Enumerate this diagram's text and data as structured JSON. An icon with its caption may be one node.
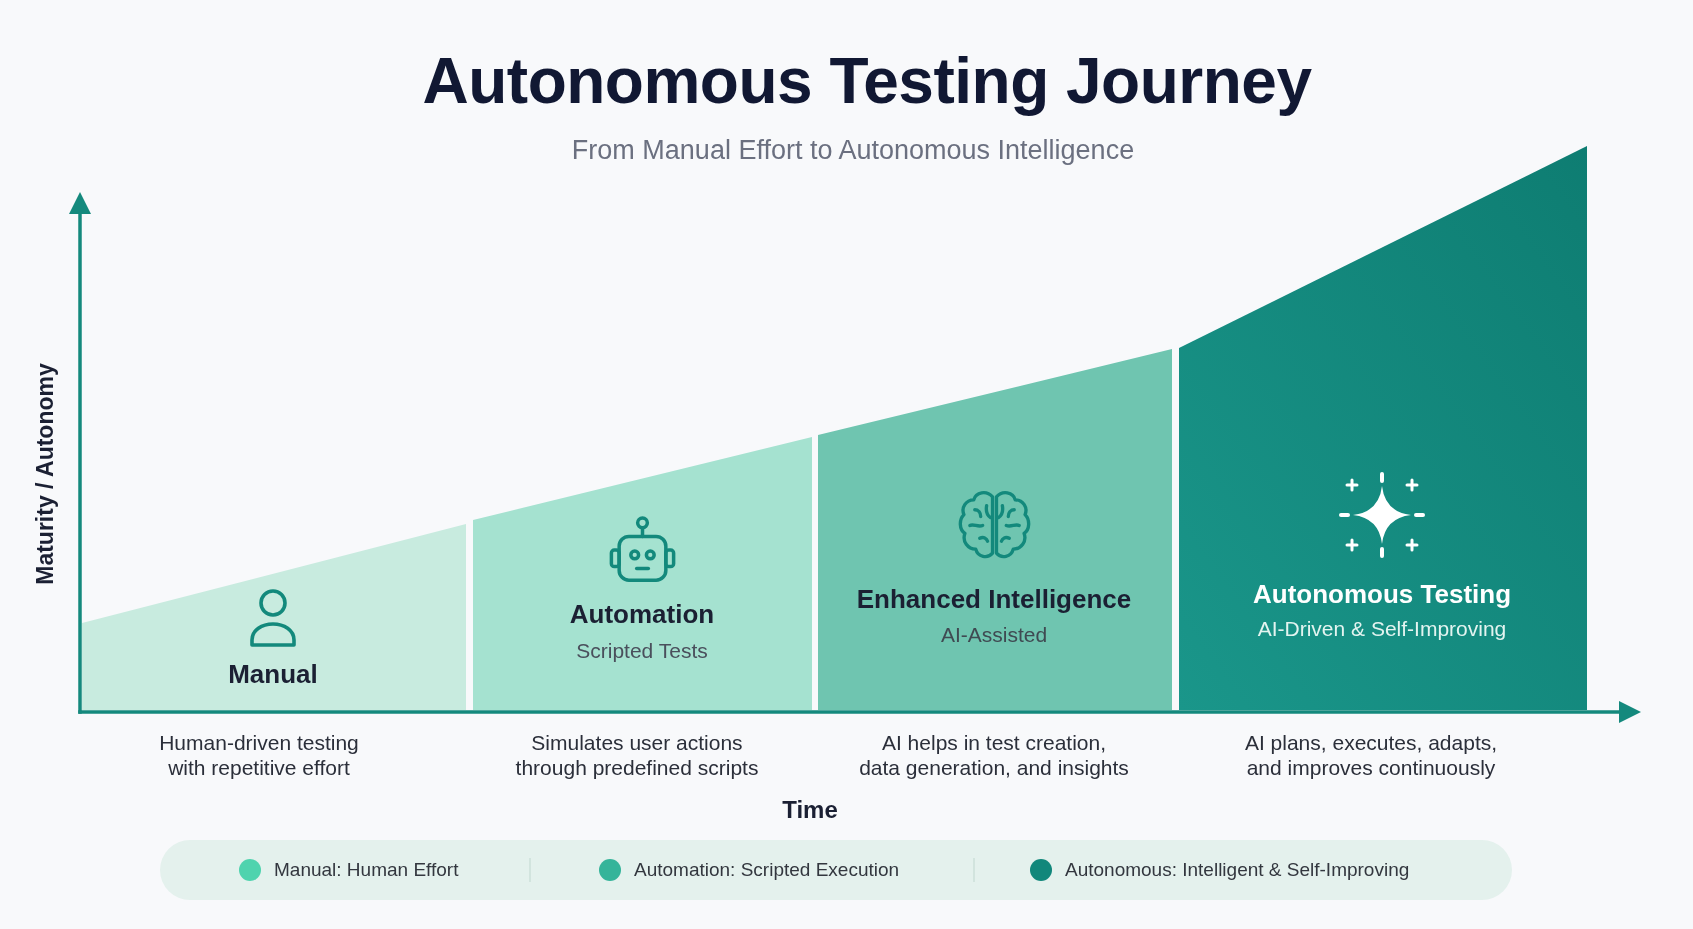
{
  "diagram": {
    "title": "Autonomous Testing Journey",
    "nodes": [
      {
        "text": [
          "Manual"
        ],
        "beside": [
          "Human-driven testing with repetitive effort"
        ]
      },
      {
        "text": [
          "Automation",
          "Scripted Tests"
        ],
        "beside": [
          "Simulates user actions through predefined scripts"
        ]
      },
      {
        "text": [
          "Enhanced Intelligence",
          "AI-Assisted"
        ],
        "beside": [
          "AI helps in test creation, data generation, and insights"
        ]
      },
      {
        "text": [
          "Autonomous Testing",
          "AI-Driven & Self-Improving"
        ],
        "beside": [
          "AI plans, executes, adapts, and improves continuously"
        ]
      }
    ],
    "labels": [
      "From Manual Effort to Autonomous Intelligence",
      "Maturity / Autonomy",
      "Time"
    ],
    "legend": [
      {
        "text": "Manual: Human Effort",
        "color": "#4fd3ae"
      },
      {
        "text": "Automation: Scripted Execution",
        "color": "#35b49a"
      },
      {
        "text": "Autonomous: Intelligent & Self-Improving",
        "color": "#11877b"
      }
    ]
  }
}
